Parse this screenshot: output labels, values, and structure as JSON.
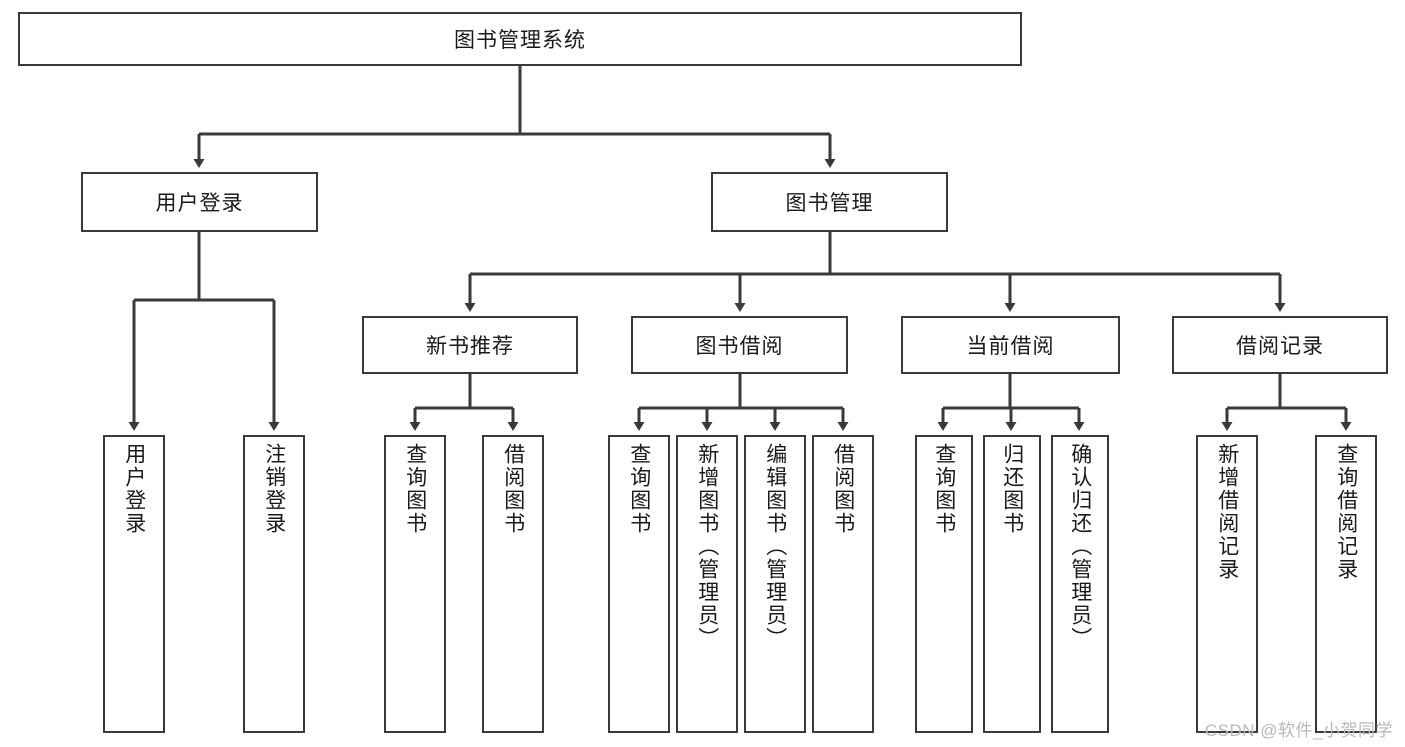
{
  "diagram": {
    "title": "图书管理系统",
    "type": "tree-hierarchy",
    "watermark": "CSDN @软件_小贺同学",
    "colors": {
      "border": "#3a3a3a",
      "background": "#ffffff",
      "text": "#1a1a1a",
      "edge": "#3a3a3a",
      "watermark": "#b9b9b9"
    },
    "nodes": {
      "root": {
        "label": "图书管理系统"
      },
      "level2": [
        {
          "label": "用户登录"
        },
        {
          "label": "图书管理"
        }
      ],
      "level3": [
        {
          "label": "新书推荐"
        },
        {
          "label": "图书借阅"
        },
        {
          "label": "当前借阅"
        },
        {
          "label": "借阅记录"
        }
      ],
      "leaves_user_login": [
        {
          "label": "用户登录"
        },
        {
          "label": "注销登录"
        }
      ],
      "leaves_new_book": [
        {
          "label": "查询图书"
        },
        {
          "label": "借阅图书"
        }
      ],
      "leaves_borrow": [
        {
          "label": "查询图书"
        },
        {
          "label": "新增图书（管理员）"
        },
        {
          "label": "编辑图书（管理员）"
        },
        {
          "label": "借阅图书"
        }
      ],
      "leaves_current": [
        {
          "label": "查询图书"
        },
        {
          "label": "归还图书"
        },
        {
          "label": "确认归还（管理员）"
        }
      ],
      "leaves_record": [
        {
          "label": "新增借阅记录"
        },
        {
          "label": "查询借阅记录"
        }
      ]
    }
  }
}
